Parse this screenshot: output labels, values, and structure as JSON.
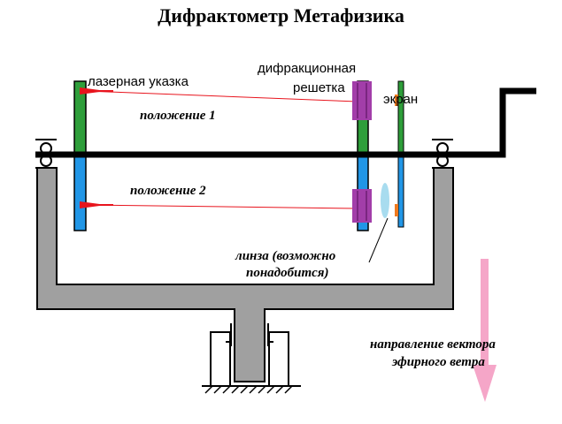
{
  "title": "Дифрактометр Метафизика",
  "labels": {
    "laser": "лазерная указка",
    "grating_line1": "дифракционная",
    "grating_line2": "решетка",
    "screen": "экран",
    "position1": "положение 1",
    "position2": "положение 2",
    "lens_line1": "линза (возможно",
    "lens_line2": "понадобится)",
    "vector_line1": "направление вектора",
    "vector_line2": "эфирного ветра"
  },
  "colors": {
    "upper_post": "#2e9e3a",
    "lower_post": "#2196e6",
    "laser": "#e8141d",
    "grating": "#a23ea9",
    "screen_spot": "#f07a1e",
    "lens": "#a8dcef",
    "frame": "#a0a0a0",
    "ether_arrow": "#f5a6c8"
  }
}
